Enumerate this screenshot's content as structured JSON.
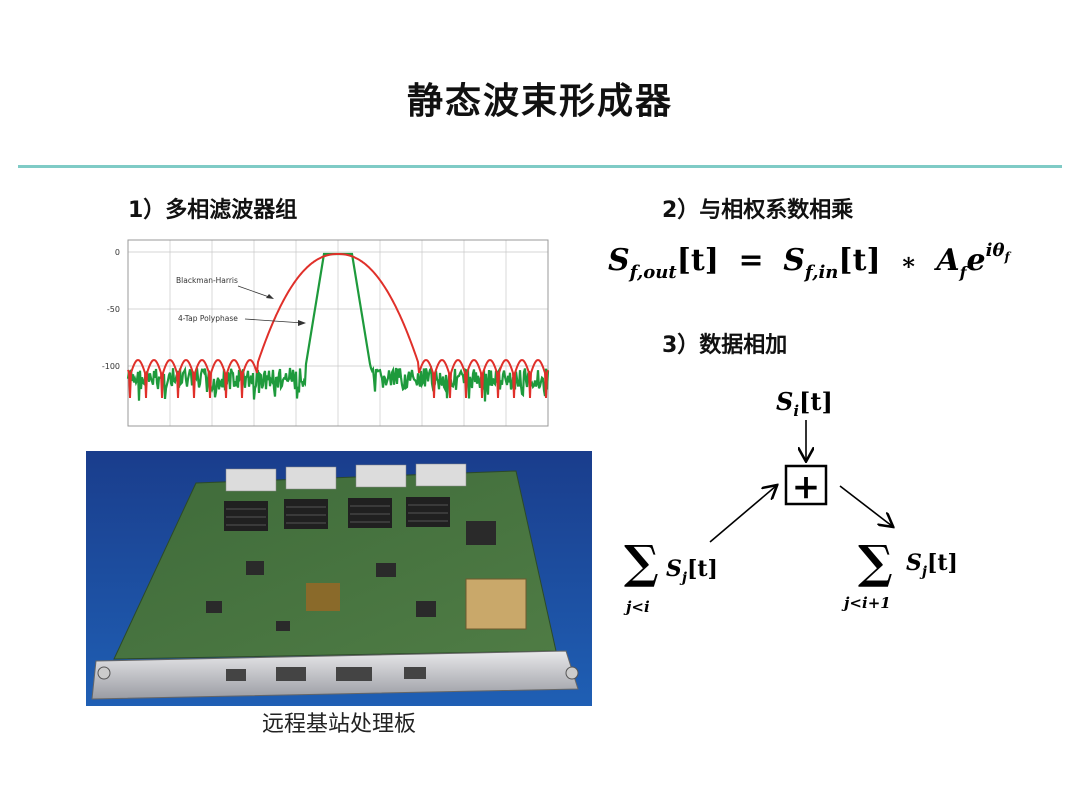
{
  "title": "静态波束形成器",
  "sections": {
    "s1": "1）多相滤波器组",
    "s2": "2）与相权系数相乘",
    "s3": "3）数据相加"
  },
  "chart": {
    "ytick_0": "0",
    "ytick_50": "-50",
    "ytick_100": "-100",
    "label_bh": "Blackman-Harris",
    "label_poly": "4-Tap Polyphase",
    "colors": {
      "bh": "#e0302a",
      "poly": "#1e9a3c",
      "grid": "#c8c8c8"
    }
  },
  "formula": {
    "S_out": "S",
    "sub_out": "f,out",
    "t1": "[t]",
    "eq": "=",
    "S_in": "S",
    "sub_in": "f,in",
    "t2": "[t]",
    "mul": "∗",
    "A": "A",
    "sub_A": "f",
    "e": "e",
    "sup_e": "iθ",
    "sup_e_sub": "f"
  },
  "diagram": {
    "top_S": "S",
    "top_sub": "i",
    "top_t": "[t]",
    "plus": "+",
    "sigma": "∑",
    "left_S": "S",
    "left_sub": "j",
    "left_t": "[t]",
    "left_limit": "j<i",
    "right_S": "S",
    "right_sub": "j",
    "right_t": "[t]",
    "right_limit": "j<i+1"
  },
  "caption": "远程基站处理板"
}
